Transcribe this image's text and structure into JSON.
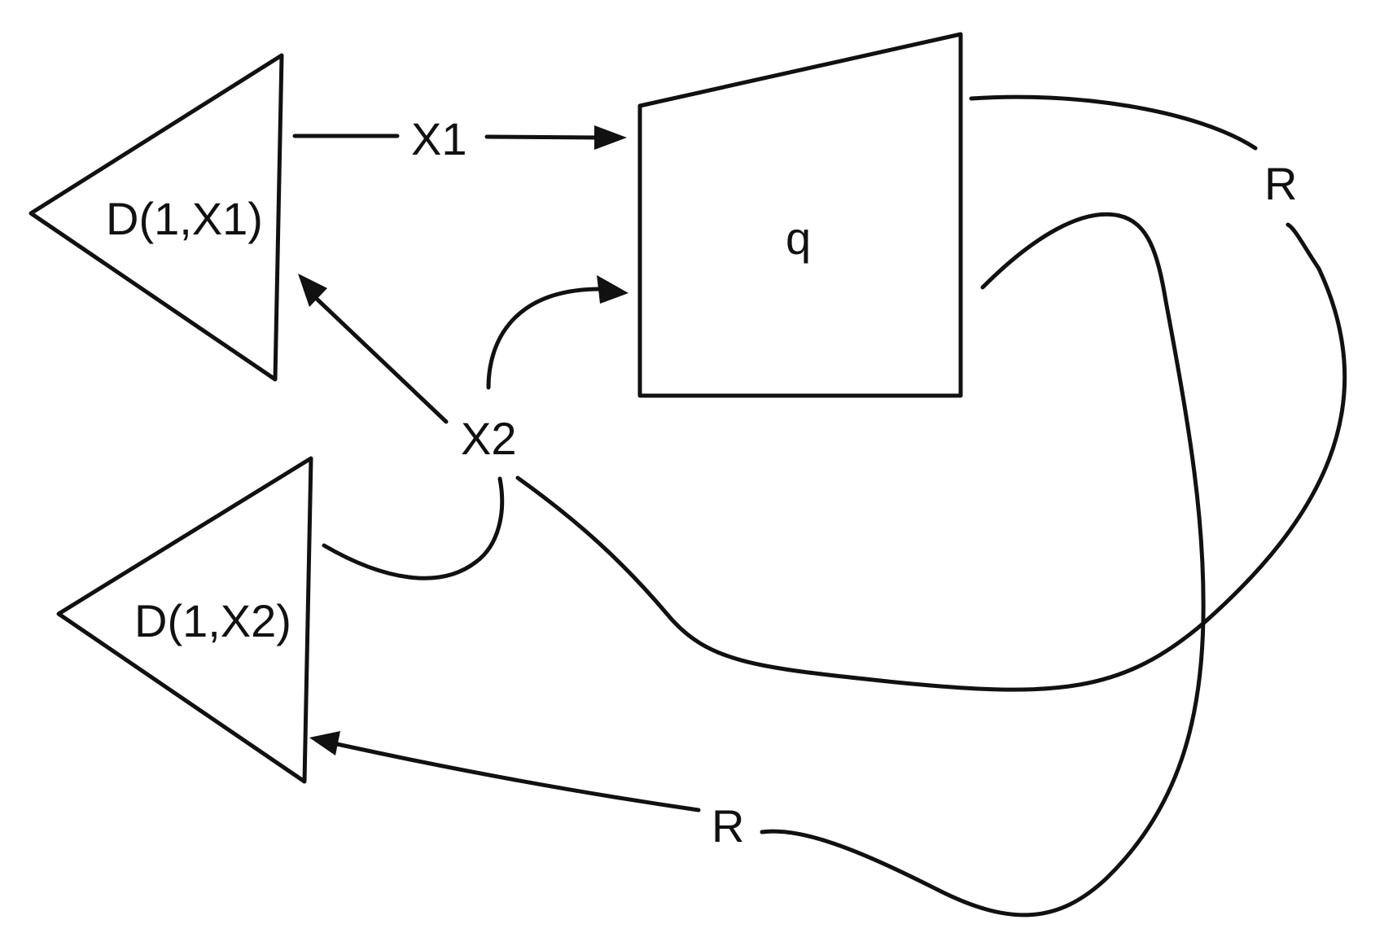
{
  "diagram": {
    "nodes": {
      "d1": {
        "label": "D(1,X1)",
        "shape": "triangle"
      },
      "d2": {
        "label": "D(1,X2)",
        "shape": "triangle"
      },
      "q": {
        "label": "q",
        "shape": "trapezoid"
      }
    },
    "edges": {
      "x1": {
        "label": "X1",
        "from": "D(1,X1)",
        "to": "q"
      },
      "x2": {
        "label": "X2"
      },
      "r_top": {
        "label": "R"
      },
      "r_bottom": {
        "label": "R",
        "to": "D(1,X2)"
      }
    }
  },
  "colors": {
    "stroke": "#111111",
    "background": "#ffffff"
  }
}
